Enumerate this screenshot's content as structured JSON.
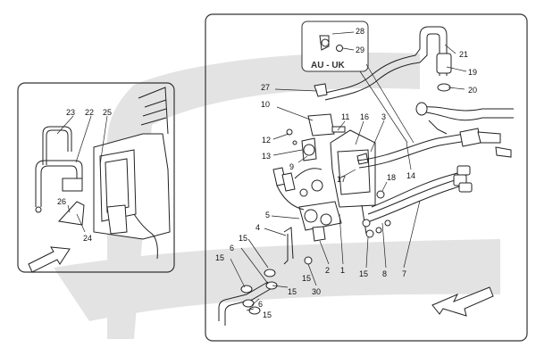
{
  "inset": {
    "labels": [
      "23",
      "22",
      "25",
      "26",
      "24"
    ]
  },
  "main": {
    "variant_box": {
      "title": "AU - UK",
      "labels": [
        "28",
        "29"
      ]
    },
    "labels": [
      "21",
      "19",
      "20",
      "27",
      "10",
      "11",
      "16",
      "3",
      "12",
      "13",
      "9",
      "17",
      "14",
      "18",
      "5",
      "4",
      "15",
      "6",
      "15",
      "15",
      "6",
      "15",
      "15",
      "30",
      "2",
      "1",
      "15",
      "8",
      "7"
    ]
  },
  "colors": {
    "watermark": "#d9d9d9",
    "line": "#222222",
    "frame": "#333333"
  },
  "icons": [
    "direction-arrow-icon",
    "direction-arrow-icon"
  ]
}
